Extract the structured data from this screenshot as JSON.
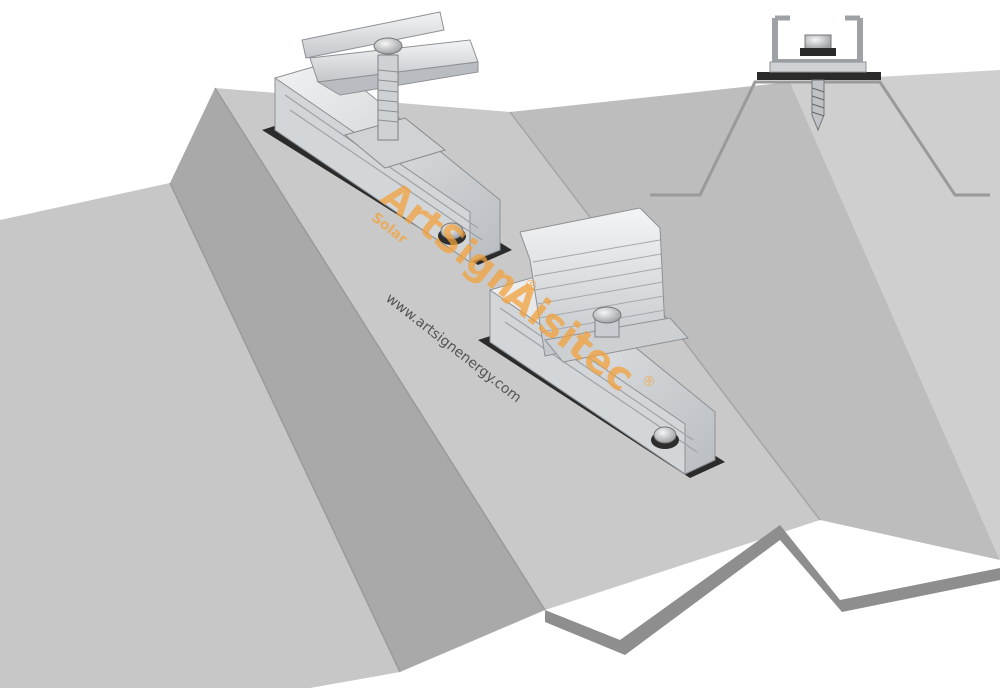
{
  "watermark": {
    "brand_a": "ArtSign",
    "brand_a_sub": "Solar",
    "registered_mark": "®",
    "brand_b": "Aisitec",
    "website": "www.artsignenergy.com"
  },
  "colors": {
    "roof_light": "#c4c4c4",
    "roof_mid": "#b6b6b6",
    "roof_dark": "#9c9c9c",
    "rail_light": "#e4e6e8",
    "rail_dark": "#aeb2b6",
    "gasket": "#2b2b2b",
    "watermark_orange": "#f2a23c",
    "watermark_gray": "#555555"
  },
  "icons": {
    "mid_clamp": "mid-clamp-icon",
    "end_clamp": "end-clamp-icon",
    "mini_rail": "mini-rail-icon",
    "self_tapping_screw": "self-tapping-screw-icon"
  }
}
